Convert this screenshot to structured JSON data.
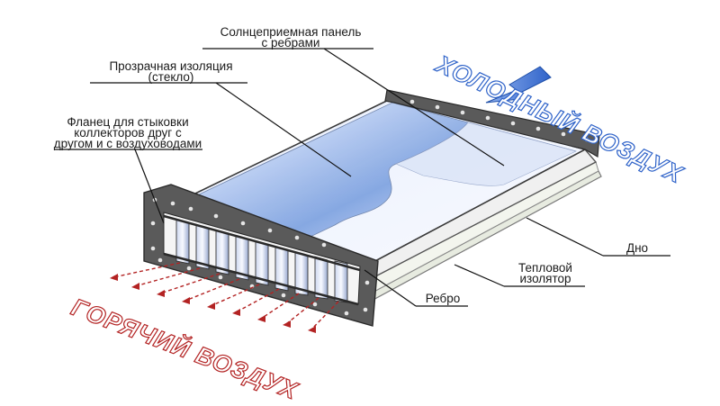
{
  "labels": {
    "panel": [
      "Солнцеприемная панель",
      "с ребрами"
    ],
    "glass": [
      "Прозрачная изоляция",
      "(стекло)"
    ],
    "flange": [
      "Фланец для стыковки",
      "коллекторов друг с",
      "другом и с воздуховодами"
    ],
    "bottom": "Дно",
    "insulator": [
      "Тепловой",
      "изолятор"
    ],
    "rib": "Ребро"
  },
  "air": {
    "cold": "ХОЛОДНЫЙ ВОЗДУХ",
    "hot": "ГОРЯЧИЙ ВОЗДУХ"
  },
  "colors": {
    "cold_air": "#2f63c9",
    "hot_air": "#b32323",
    "frame": "#4d4d4d",
    "glass": "#9bb8ea"
  }
}
